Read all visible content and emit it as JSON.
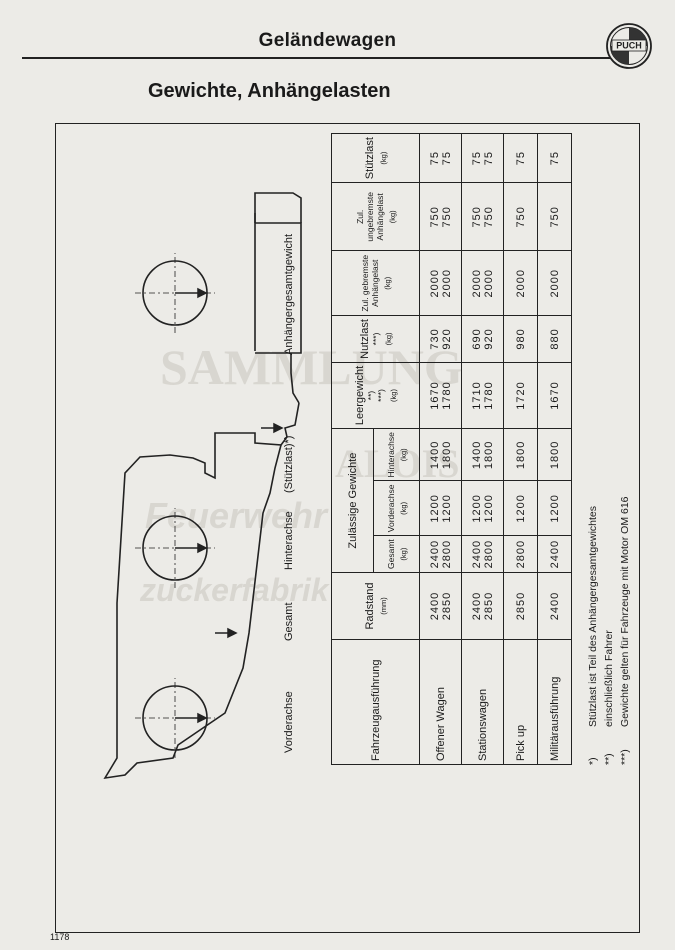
{
  "header": {
    "title": "Geländewagen",
    "logo_text": "PUCH"
  },
  "page_heading": "Gewichte, Anhängelasten",
  "diagram": {
    "labels": {
      "front_axle": "Vorderachse",
      "total": "Gesamt",
      "rear_axle": "Hinterachse",
      "tongue_load": "(Stützlast)*)",
      "trailer_total": "Anhängergesamtgewicht"
    }
  },
  "table": {
    "headers": {
      "vehicle": "Fahrzeugausführung",
      "wheelbase": "Radstand",
      "wheelbase_unit": "(mm)",
      "permissible": "Zulässige Gewichte",
      "perm_total": "Gesamt",
      "perm_total_unit": "(kg)",
      "perm_front": "Vorderachse",
      "perm_front_unit": "(kg)",
      "perm_rear": "Hinterachse",
      "perm_rear_unit": "(kg)",
      "empty": "Leergewicht",
      "empty_marks": "**)\n***)",
      "empty_unit": "(kg)",
      "payload": "Nutzlast",
      "payload_marks": "***)",
      "payload_unit": "(kg)",
      "braked": "Zul. gebremste Anhängelast",
      "braked_unit": "(kg)",
      "unbraked": "Zul. ungebremste Anhängelast",
      "unbraked_unit": "(kg)",
      "tongue": "Stützlast",
      "tongue_unit": "(kg)"
    },
    "rows": [
      {
        "vehicle": "Offener Wagen",
        "wheelbase": [
          "2400",
          "2850"
        ],
        "total": [
          "2400",
          "2800"
        ],
        "front": [
          "1200",
          "1200"
        ],
        "rear": [
          "1400",
          "1800"
        ],
        "empty": [
          "1670",
          "1780"
        ],
        "payload": [
          "730",
          "920"
        ],
        "braked": [
          "2000",
          "2000"
        ],
        "unbraked": [
          "750",
          "750"
        ],
        "tongue": [
          "75",
          "75"
        ]
      },
      {
        "vehicle": "Stationswagen",
        "wheelbase": [
          "2400",
          "2850"
        ],
        "total": [
          "2400",
          "2800"
        ],
        "front": [
          "1200",
          "1200"
        ],
        "rear": [
          "1400",
          "1800"
        ],
        "empty": [
          "1710",
          "1780"
        ],
        "payload": [
          "690",
          "920"
        ],
        "braked": [
          "2000",
          "2000"
        ],
        "unbraked": [
          "750",
          "750"
        ],
        "tongue": [
          "75",
          "75"
        ]
      },
      {
        "vehicle": "Pick up",
        "wheelbase": [
          "2850"
        ],
        "total": [
          "2800"
        ],
        "front": [
          "1200"
        ],
        "rear": [
          "1800"
        ],
        "empty": [
          "1720"
        ],
        "payload": [
          "980"
        ],
        "braked": [
          "2000"
        ],
        "unbraked": [
          "750"
        ],
        "tongue": [
          "75"
        ]
      },
      {
        "vehicle": "Militärausführung",
        "wheelbase": [
          "2400"
        ],
        "total": [
          "2400"
        ],
        "front": [
          "1200"
        ],
        "rear": [
          "1800"
        ],
        "empty": [
          "1670"
        ],
        "payload": [
          "880"
        ],
        "braked": [
          "2000"
        ],
        "unbraked": [
          "750"
        ],
        "tongue": [
          "75"
        ]
      }
    ]
  },
  "footnotes": [
    {
      "mark": "*)",
      "text": "Stützlast ist Teil des Anhängergesamtgewichtes"
    },
    {
      "mark": "**)",
      "text": "einschließlich Fahrer"
    },
    {
      "mark": "***)",
      "text": "Gewichte gelten für Fahrzeuge mit Motor OM 616"
    }
  ],
  "watermark": {
    "line1": "SAMMLUNG",
    "line2": "ALOIS",
    "line3": "Feuerwehr",
    "line4": "zuckerfabrik"
  },
  "page_number": "1178"
}
